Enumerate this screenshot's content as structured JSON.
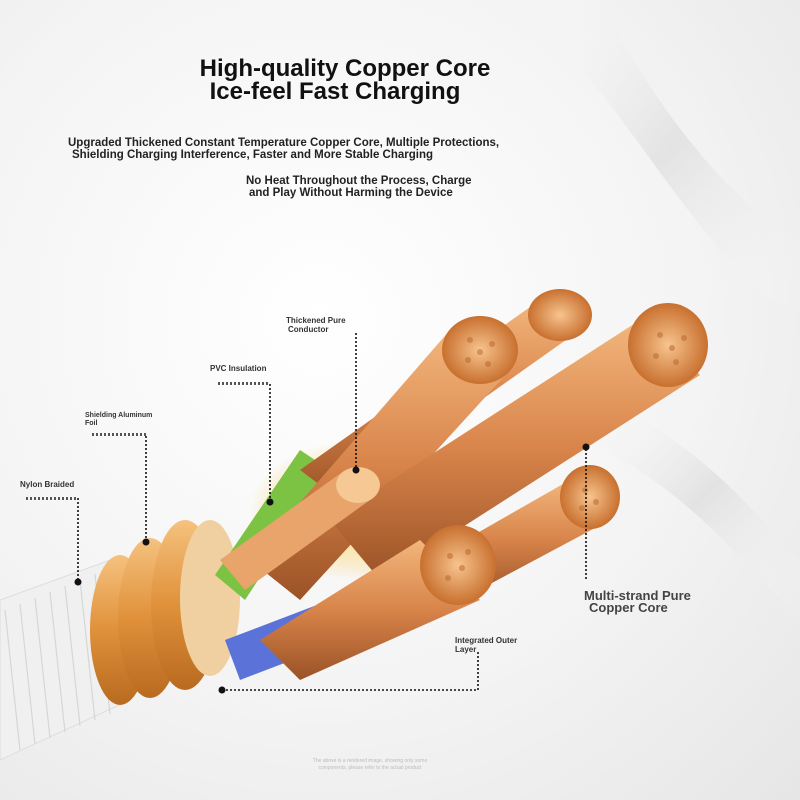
{
  "header": {
    "title_line1": "High-quality Copper Core",
    "title_line2": "Ice-feel Fast Charging",
    "subtitle_line1": "Upgraded Thickened Constant Temperature Copper Core, Multiple Protections,",
    "subtitle_line2": "Shielding Charging Interference, Faster and More Stable Charging",
    "note_line1": "No Heat Throughout the Process, Charge",
    "note_line2": "and Play Without Harming the Device"
  },
  "labels": {
    "conductor_line1": "Thickened Pure",
    "conductor_line2": "Conductor",
    "pvc": "PVC Insulation",
    "foil_line1": "Shielding Aluminum",
    "foil_line2": "Foil",
    "nylon": "Nylon Braided",
    "multi_line1": "Multi-strand Pure",
    "multi_line2": "Copper Core",
    "outer_line1": "Integrated Outer",
    "outer_line2": "Layer"
  },
  "footnote": {
    "line1": "The above is a rendered image, showing only some",
    "line2": "components, please refer to the actual product"
  },
  "colors": {
    "copper": "#d8844a",
    "copper_light": "#f2b67c",
    "jacket_orange": "#e0913a",
    "green": "#7cc243",
    "blue": "#5b73d8",
    "leader_line": "#111111"
  }
}
